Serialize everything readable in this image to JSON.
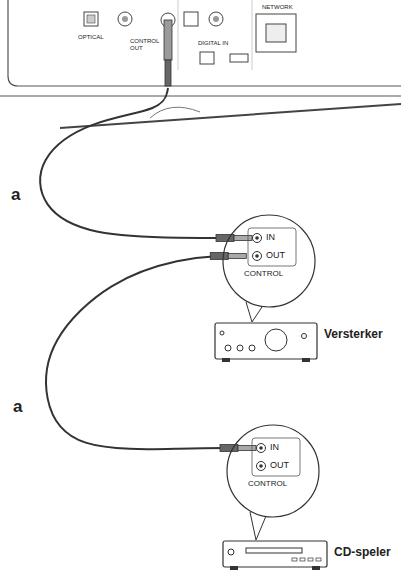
{
  "diagram": {
    "nodes": [
      {
        "text": [
          "OPTICAL",
          "CONTROL OUT",
          "DIGITAL IN",
          "NETWORK"
        ]
      },
      {
        "text": [
          "IN",
          "OUT",
          "CONTROL"
        ]
      },
      {
        "text": [
          "Versterker"
        ]
      },
      {
        "text": [
          "IN",
          "OUT",
          "CONTROL"
        ]
      },
      {
        "text": [
          "CD-speler"
        ]
      }
    ],
    "edges": [
      {
        "from": 0,
        "to": 1,
        "arrow": "none",
        "label": "a"
      },
      {
        "from": 1,
        "to": 3,
        "arrow": "none",
        "label": "a"
      }
    ]
  }
}
